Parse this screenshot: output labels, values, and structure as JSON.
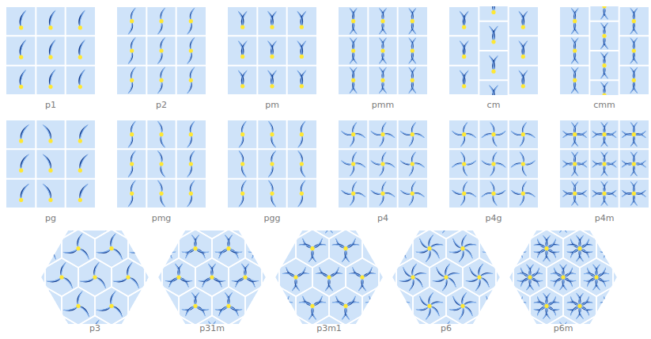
{
  "diagram": {
    "labels": [
      "p1",
      "p2",
      "pm",
      "pmm",
      "cm",
      "cmm",
      "pg",
      "pmg",
      "pgg",
      "p4",
      "p4g",
      "p4m",
      "p3",
      "p31m",
      "p3m1",
      "p6",
      "p6m"
    ]
  }
}
